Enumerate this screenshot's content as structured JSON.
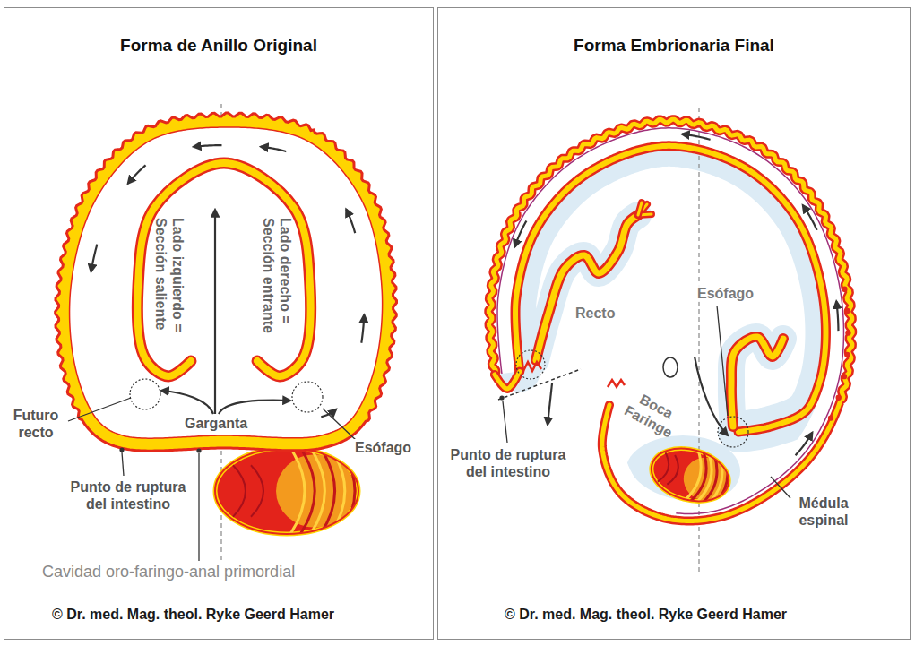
{
  "diagram": {
    "nodes": [
      {
        "text": [
          "Forma de Anillo Original"
        ]
      },
      {
        "text": [
          "Forma Embrionaria Final"
        ]
      }
    ],
    "labels": [
      "Lado izquierdo = Sección saliente",
      "Lado derecho = Sección entrante",
      "Futuro recto",
      "Garganta",
      "Esófago",
      "Punto de ruptura del intestino",
      "Cavidad oro-faringo-anal primordial",
      "© Dr. med. Mag. theol. Ryke Geerd Hamer",
      "Recto",
      "Esófago",
      "Boca Faringe",
      "Punto de ruptura del intestino",
      "Médula espinal",
      "© Dr. med. Mag. theol. Ryke Geerd Hamer"
    ]
  }
}
